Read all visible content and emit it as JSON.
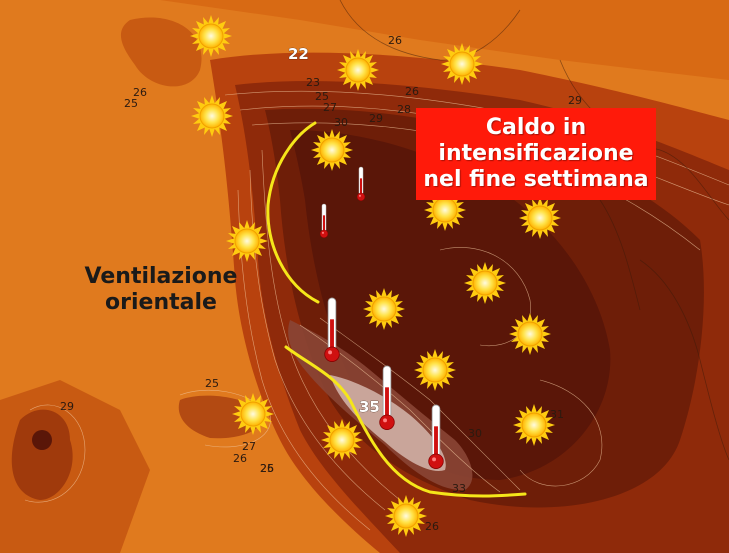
{
  "banner": {
    "lines": [
      "Caldo in",
      "intensificazione",
      "nel fine settimana"
    ],
    "background": "#ff1a0a"
  },
  "annotation": {
    "lines": [
      "Ventilazione",
      "orientale"
    ]
  },
  "temperature_labels": [
    "22",
    "35"
  ],
  "isotherm_labels": [
    "26",
    "26",
    "25",
    "23",
    "25",
    "27",
    "28",
    "29",
    "30",
    "26",
    "29",
    "25",
    "26",
    "27",
    "26",
    "25",
    "29",
    "30",
    "31",
    "33",
    "26"
  ],
  "icons": {
    "sun": "sun-icon",
    "thermometer": "thermometer-icon",
    "heat_front": "heat-front-line"
  },
  "colors": {
    "sea_heat": "#e07a1e",
    "hot_core": "#5a1608",
    "hottest": "#c9a59a",
    "sun": "#ffd21a",
    "front_line": "#f5e61a",
    "thermometer_red": "#d01010"
  }
}
